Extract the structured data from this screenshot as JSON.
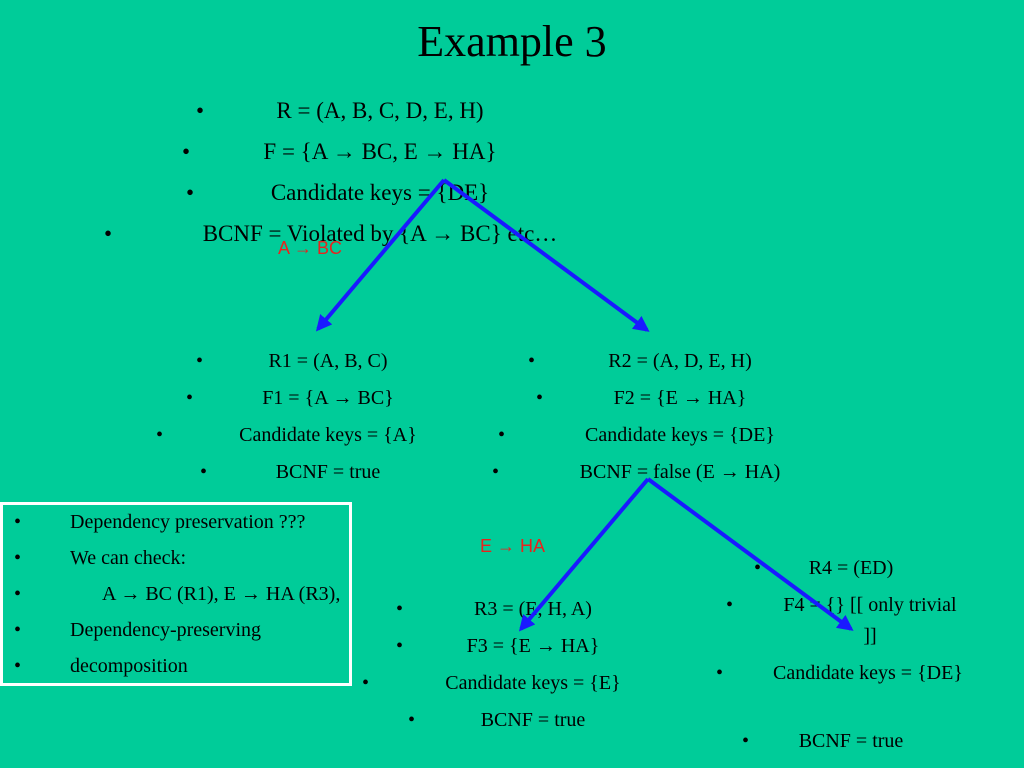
{
  "title": "Example 3",
  "bullet": "•",
  "root": {
    "items": [
      "R = (A, B, C, D, E, H)",
      "F = {A → BC, E → HA}",
      "Candidate keys = {DE}",
      "BCNF = Violated by {A → BC} etc…"
    ]
  },
  "split1_label": "A → BC",
  "r1": {
    "items": [
      "R1 = (A, B, C)",
      "F1 = {A → BC}",
      "Candidate keys = {A}",
      "BCNF = true"
    ]
  },
  "r2": {
    "items": [
      "R2 = (A, D, E, H)",
      "F2 = {E → HA}",
      "Candidate keys = {DE}",
      "BCNF = false (E → HA)"
    ]
  },
  "split2_label": "E → HA",
  "r3": {
    "items": [
      "R3 = (E, H, A)",
      "F3 = {E → HA}",
      "Candidate keys = {E}",
      "BCNF = true"
    ]
  },
  "r4": {
    "items": [
      "R4 = (ED)",
      "F4 = {}  [[ only trivial ]]",
      "Candidate keys = {DE}",
      "BCNF = true"
    ]
  },
  "notes": {
    "items": [
      "Dependency preservation ???",
      "We can check:",
      "A → BC (R1), E → HA (R3),",
      "Dependency-preserving",
      "decomposition"
    ]
  },
  "colors": {
    "background": "#00cc99",
    "arrow": "#1a1aff",
    "label": "#e8231d",
    "box_border": "#ffffff"
  }
}
